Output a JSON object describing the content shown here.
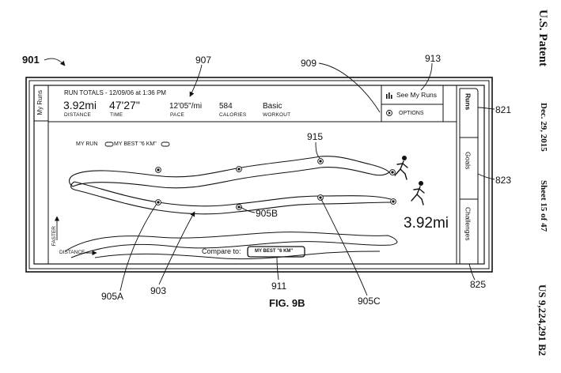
{
  "header": {
    "patent_title": "U.S. Patent",
    "date": "Dec. 29, 2015",
    "sheet": "Sheet 15 of 47",
    "patent_number": "US 9,224,291 B2"
  },
  "figure": {
    "caption": "FIG. 9B",
    "ref_device": "901"
  },
  "app": {
    "side_label": "My Runs",
    "totals_title": "RUN TOTALS - 12/09/06 at 1:36 PM",
    "stats": [
      {
        "value": "3.92mi",
        "label": "DISTANCE"
      },
      {
        "value": "47'27\"",
        "label": "TIME"
      },
      {
        "value": "12'05\"/mi",
        "label": "PACE"
      },
      {
        "value": "584",
        "label": "CALORIES"
      },
      {
        "value": "Basic",
        "label": "WORKOUT"
      }
    ],
    "see_my_runs": "See My Runs",
    "options": "OPTIONS",
    "legend_my_run": "MY RUN",
    "legend_my_best": "MY BEST \"6 KM\"",
    "distance_readout": "3.92mi",
    "axis_faster": "FASTER",
    "axis_distance": "DISTANCE",
    "compare_to": "Compare to:",
    "compare_value": "MY BEST \"6 KM\"",
    "tabs": [
      "Runs",
      "Goals",
      "Challenges"
    ]
  },
  "refs": {
    "r907": "907",
    "r909": "909",
    "r913": "913",
    "r915": "915",
    "r821": "821",
    "r823": "823",
    "r825": "825",
    "r905A": "905A",
    "r905B": "905B",
    "r905C": "905C",
    "r903": "903",
    "r911": "911"
  }
}
